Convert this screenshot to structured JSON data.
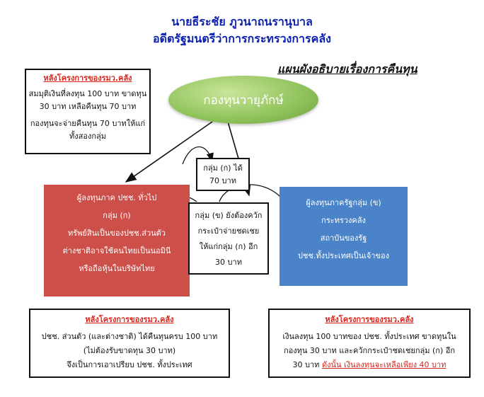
{
  "header": {
    "line1": "นายธีระชัย ภูวนาถนรานุบาล",
    "line2": "อดีตรัฐมนตรีว่าการกระทรวงการคลัง",
    "subtitle": "แผนผังอธิบายเรื่องการคืนทุน"
  },
  "fund": {
    "label": "กองทุนวายุภักษ์"
  },
  "top_left_box": {
    "heading": "หลังโครงการของรมว.คลัง",
    "lines": [
      "สมมุติเงินที่ลงทุน 100 บาท ขาดทุน",
      "30 บาท เหลือคืนทุน 70 บาท",
      "กองทุนจะจ่ายคืนทุน 70 บาทให้แก่",
      "ทั้งสองกลุ่ม"
    ]
  },
  "group_a_return": {
    "lines": [
      "กลุ่ม (ก) ได้",
      "70 บาท"
    ]
  },
  "red_box": {
    "lines": [
      "ผู้ลงทุนภาค ปชช. ทั่วไป",
      "กลุ่ม (ก)",
      "ทรัพย์สินเป็นของปชช.ส่วนตัว",
      "ต่างชาติอาจใช้คนไทยเป็นนอมินี",
      "หรือถือหุ้นในบริษัทไทย"
    ]
  },
  "middle_box": {
    "lines": [
      "กลุ่ม (ข) ยังต้องควัก",
      "กระเป๋าจ่ายชดเชย",
      "ให้แก่กลุ่ม (ก) อีก",
      "30 บาท"
    ]
  },
  "blue_box": {
    "lines": [
      "ผู้ลงทุนภาครัฐกลุ่ม (ข)",
      "กระทรวงคลัง",
      "สถาบันของรัฐ",
      "ปชช.ทั้งประเทศเป็นเจ้าของ"
    ]
  },
  "bottom_left_box": {
    "heading": "หลังโครงการของรมว.คลัง",
    "lines": [
      "ปชช. ส่วนตัว (และต่างชาติ) ได้คืนทุนครบ 100 บาท",
      "(ไม่ต้องรับขาดทุน 30 บาท)",
      "จึงเป็นการเอาเปรียบ ปชช. ทั้งประเทศ"
    ]
  },
  "bottom_right_box": {
    "heading": "หลังโครงการของรมว.คลัง",
    "lines": [
      "เงินลงทุน 100 บาทของ ปชช. ทั้งประเทศ ขาดทุนใน",
      "กองทุน 30 บาท และควักกระเป๋าชดเชยกลุ่ม (ก) อีก",
      "30 บาท"
    ],
    "highlight": "ดังนั้น เงินลงทุนจะเหลือเพียง 40 บาท"
  }
}
